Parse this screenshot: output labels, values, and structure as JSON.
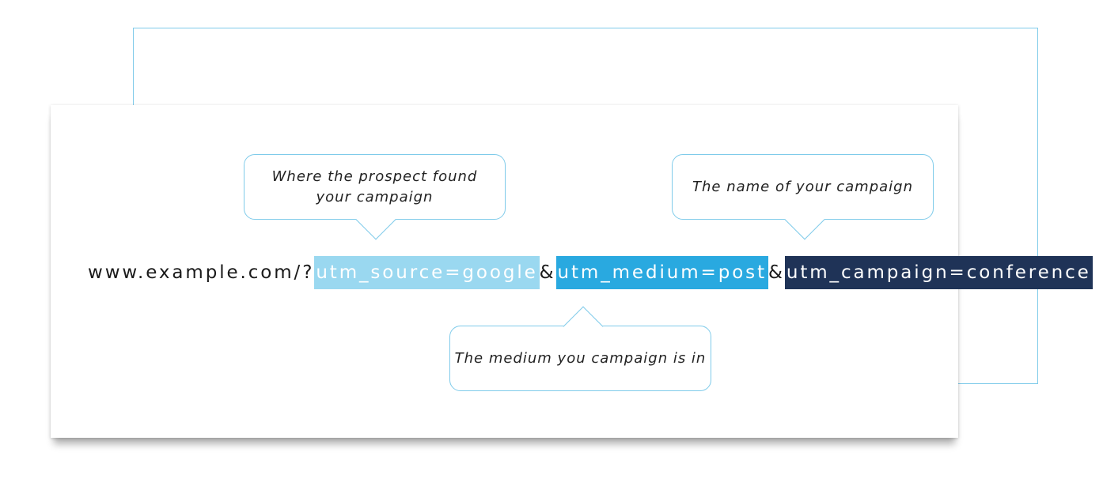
{
  "url": {
    "base": "www.example.com/?",
    "source_param": "utm_source=google",
    "separator_1": "&",
    "medium_param": "utm_medium=post",
    "separator_2": "&",
    "campaign_param": "utm_campaign=conference"
  },
  "callouts": {
    "source": {
      "line1": "Where the prospect found",
      "line2": "your campaign"
    },
    "campaign": {
      "text": "The name of your campaign"
    },
    "medium": {
      "text": "The medium you campaign is in"
    }
  },
  "colors": {
    "source_highlight": "#9ad8f0",
    "medium_highlight": "#29a9e0",
    "campaign_highlight": "#1f3357",
    "outline": "#7fcbea"
  }
}
